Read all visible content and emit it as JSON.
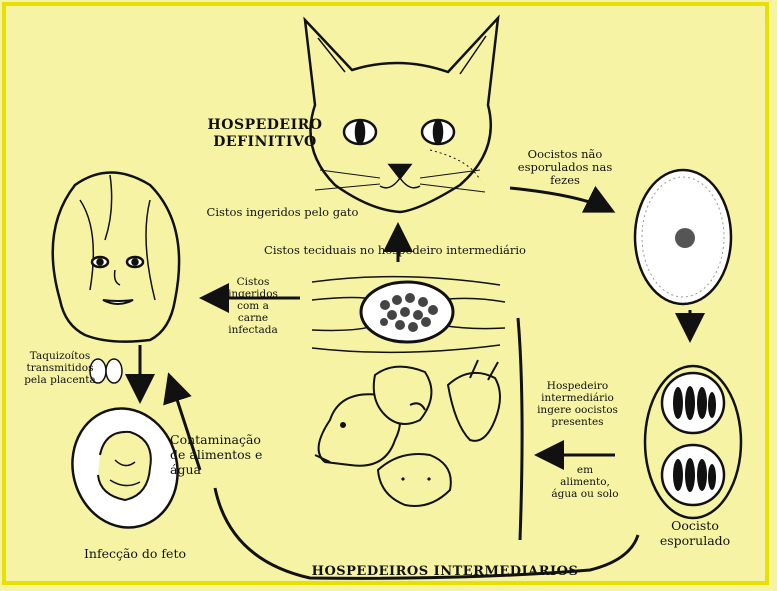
{
  "labels": {
    "hospedeiro_definitivo": "HOSPEDEIRO\nDEFINITIVO",
    "oocistos_nao_esporulados": "Oocistos não\nesporulados nas\nfezes",
    "cistos_ingeridos_gato": "Cistos ingeridos pelo gato",
    "cistos_teciduais": "Cistos teciduais no hospedeiro intermediário",
    "cistos_carne": "Cistos\ningeridos\ncom a\ncarne\ninfectada",
    "taquizoitos": "Taquizoítos\ntransmitidos\npela placenta",
    "contaminacao": "Contaminação\nde alimentos e\nágua",
    "hospedeiro_intermediario_ingere": "Hospedeiro\nintermediário\ningere oocistos\npresentes",
    "em_alimento": "em\nalimento,\nágua ou solo",
    "oocisto_esporulado": "Oocisto\nesporulado",
    "infeccao_feto": "Infecção do feto",
    "hospedeiros_intermediarios": "HOSPEDEIROS INTERMEDIARIOS"
  },
  "colors": {
    "background": "#f6f4a4",
    "border": "#e8e000",
    "ink": "#111111"
  }
}
